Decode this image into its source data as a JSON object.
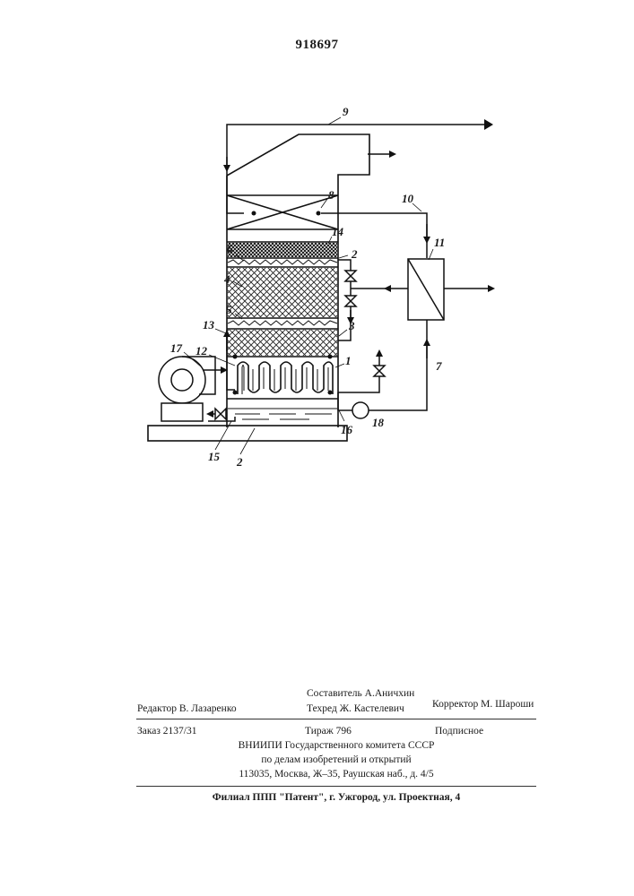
{
  "patent_number": "918697",
  "figure": {
    "labels": {
      "l9": "9",
      "l8": "8",
      "l10": "10",
      "l11": "11",
      "l14": "14",
      "l6": "6",
      "l2a": "2",
      "l4": "4",
      "l5": "5",
      "l13": "13",
      "l3": "3",
      "l17": "17",
      "l12": "12",
      "l1": "1",
      "l7": "7",
      "l18": "18",
      "l16": "16",
      "l15": "15",
      "l2b": "2"
    }
  },
  "colophon": {
    "editor": "Редактор В. Лазаренко",
    "compiler": "Составитель  А.Аничхин",
    "techred": "Техред Ж. Кастелевич",
    "corrector": "Корректор М. Шароши",
    "order": "Заказ  2137/31",
    "circulation": "Тираж  796",
    "subscription": "Подписное",
    "org1": "ВНИИПИ  Государственного комитета СССР",
    "org2": "по делам изобретений и открытий",
    "address": "113035, Москва, Ж–35, Раушская наб., д. 4/5",
    "branch": "Филиал ППП \"Патент\", г. Ужгород, ул. Проектная, 4"
  }
}
